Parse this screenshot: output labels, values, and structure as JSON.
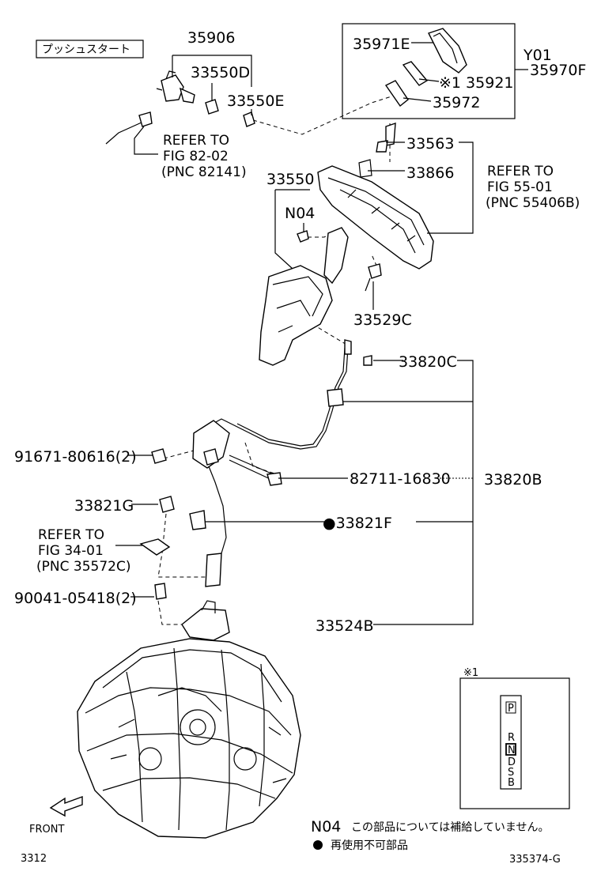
{
  "header": {
    "push_start_tag": "プッシュスタート"
  },
  "callouts": {
    "p35906": "35906",
    "p33550D": "33550D",
    "p33550E": "33550E",
    "p35971E": "35971E",
    "p35921": "※1 35921",
    "p35972": "35972",
    "pY01": "Y01",
    "p35970F": "35970F",
    "p33563": "33563",
    "p33866": "33866",
    "p33550": "33550",
    "pN04": "N04",
    "p33529C": "33529C",
    "p33820C": "33820C",
    "p33820B": "33820B",
    "p91671": "91671-80616(2)",
    "p82711": "82711-16830",
    "p33821G": "33821G",
    "p33821F": "●33821F",
    "p90041": "90041-05418(2)",
    "p33524B": "33524B"
  },
  "refers": {
    "r1": [
      "REFER TO",
      "FIG 82-02",
      "(PNC 82141)"
    ],
    "r2": [
      "REFER TO",
      "FIG 55-01",
      "(PNC 55406B)"
    ],
    "r3": [
      "REFER TO",
      "FIG 34-01",
      "(PNC 35572C)"
    ]
  },
  "inset": {
    "mark": "※1",
    "letters": [
      "P",
      "R",
      "N",
      "D",
      "S",
      "B"
    ]
  },
  "legend": {
    "n04_code": "N04",
    "n04_text": "この部品については補給していません。",
    "bullet_text": "再使用不可部品"
  },
  "footer": {
    "front": "FRONT",
    "left_code": "3312",
    "right_code": "335374-G"
  }
}
